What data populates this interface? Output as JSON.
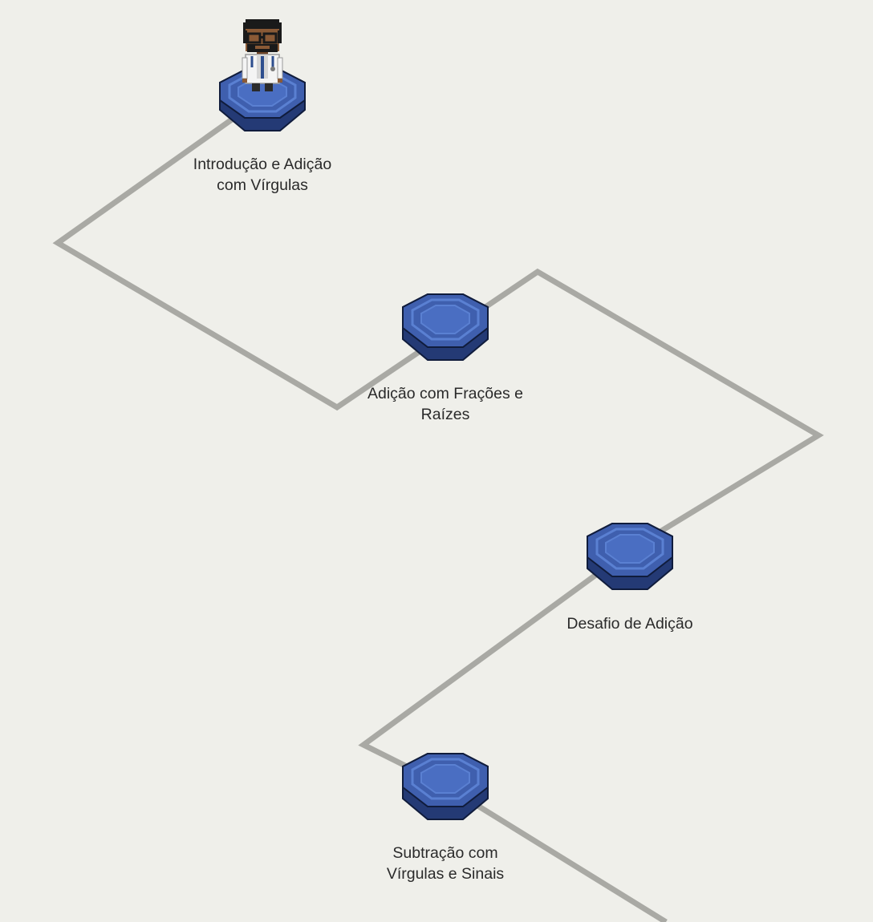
{
  "map": {
    "theme": {
      "background": "#efefea",
      "path_color": "#a9a9a4",
      "platform_top": "#3f5fae",
      "platform_ring": "#5a80d2",
      "platform_center": "#4a6ec2",
      "platform_side": "#243a75",
      "platform_outline": "#101c3c"
    },
    "avatar": {
      "icon": "doctor-avatar-icon",
      "node_index": 0
    },
    "lessons": [
      {
        "label": "Introdução e Adição com Vírgulas"
      },
      {
        "label": "Adição com Frações e Raízes"
      },
      {
        "label": "Desafio de Adição"
      },
      {
        "label": "Subtração com Vírgulas e Sinais"
      }
    ]
  }
}
